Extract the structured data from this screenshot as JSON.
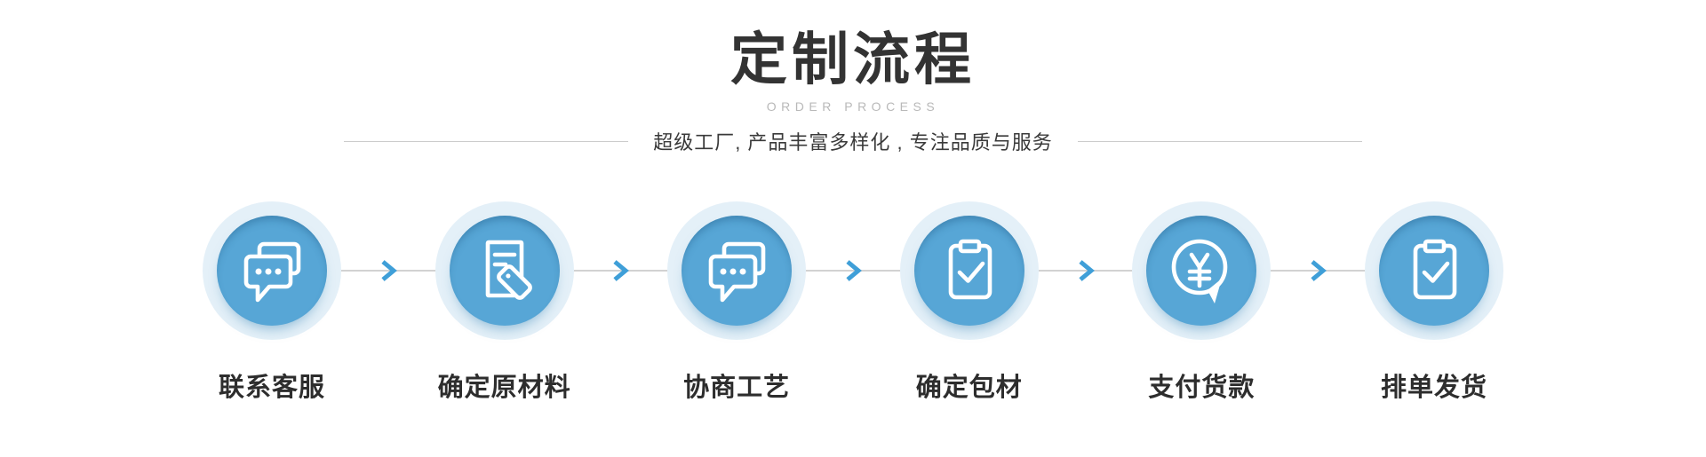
{
  "header": {
    "title": "定制流程",
    "subtitle": "ORDER PROCESS",
    "tagline": "超级工厂, 产品丰富多样化 , 专注品质与服务"
  },
  "steps": [
    {
      "label": "联系客服",
      "icon": "chat-bubbles-icon"
    },
    {
      "label": "确定原材料",
      "icon": "document-tag-icon"
    },
    {
      "label": "协商工艺",
      "icon": "chat-bubbles-icon"
    },
    {
      "label": "确定包材",
      "icon": "clipboard-check-icon"
    },
    {
      "label": "支付货款",
      "icon": "money-bubble-icon"
    },
    {
      "label": "排单发货",
      "icon": "clipboard-check-icon"
    }
  ],
  "colors": {
    "circle_blue": "#57a6d6",
    "circle_ring": "#e4f0f8",
    "arrow_blue": "#3f9fd8",
    "connector_gray": "#d2d2d2",
    "title_color": "#333333",
    "subtitle_color": "#b9b9b9",
    "text_dark": "#2d2d2d"
  }
}
